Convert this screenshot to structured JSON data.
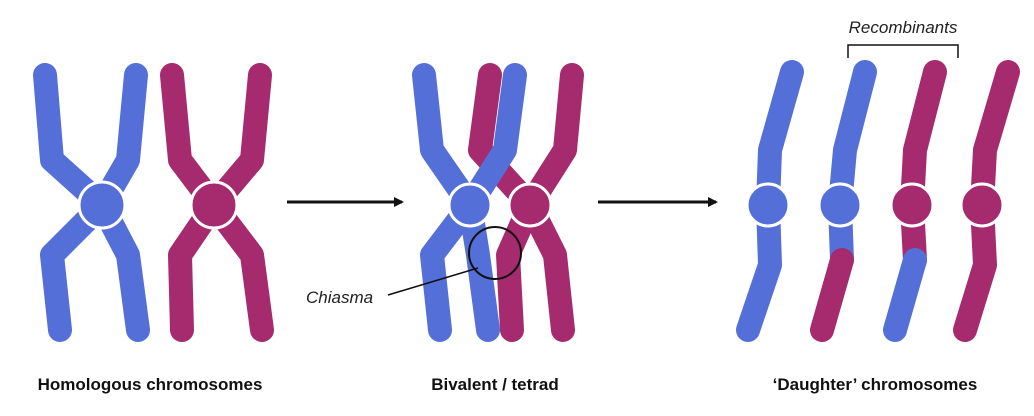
{
  "colors": {
    "blue": "#5470d8",
    "magenta": "#a52a6e",
    "outline": "#ffffff",
    "arrow": "#111111"
  },
  "captions": {
    "homologous": "Homologous chromosomes",
    "bivalent": "Bivalent / tetrad",
    "daughter": "‘Daughter’ chromosomes"
  },
  "annotations": {
    "chiasma": "Chiasma",
    "recombinants": "Recombinants"
  }
}
